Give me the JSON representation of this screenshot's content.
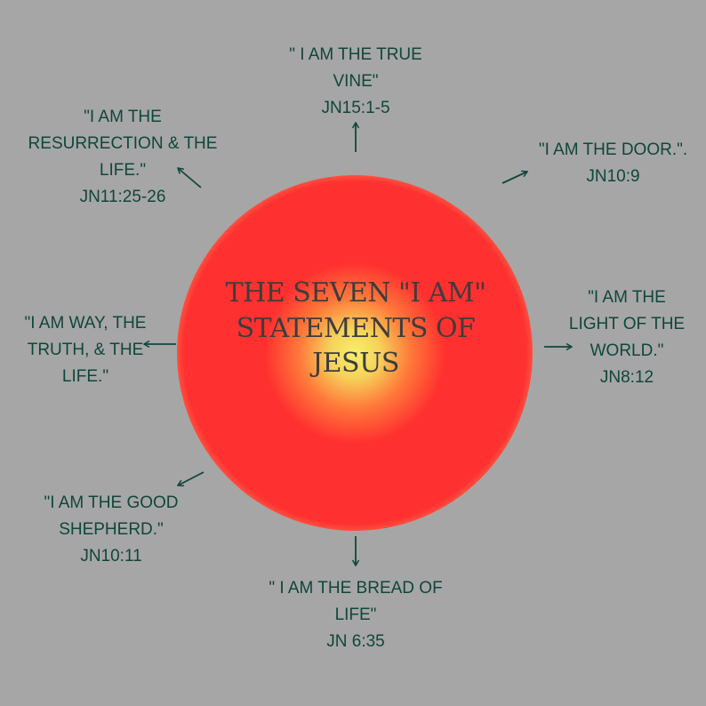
{
  "colors": {
    "background": "#a6a6a6",
    "text": "#10463a",
    "title": "#3d3d3d",
    "glow_center": "#f7f06b",
    "glow_mid": "#ff3030",
    "glow_edge": "#dfe49a"
  },
  "title": {
    "lines": [
      "THE SEVEN \"I AM\"",
      "STATEMENTS OF",
      "JESUS"
    ]
  },
  "statements": {
    "vine": {
      "lines": [
        "\" I AM THE TRUE",
        "VINE\"",
        "JN15:1-5"
      ]
    },
    "door": {
      "lines": [
        "\"I AM THE DOOR.\".",
        "JN10:9"
      ]
    },
    "light": {
      "lines": [
        "\"I AM THE",
        "LIGHT OF THE",
        "WORLD.\"",
        "JN8:12"
      ]
    },
    "bread": {
      "lines": [
        "\" I AM THE BREAD OF",
        "LIFE\"",
        "JN 6:35"
      ]
    },
    "shepherd": {
      "lines": [
        "\"I AM THE GOOD",
        "SHEPHERD.\"",
        "JN10:11"
      ]
    },
    "way": {
      "lines": [
        "\"I AM WAY, THE",
        "TRUTH, & THE",
        "LIFE.\""
      ]
    },
    "resurrection": {
      "lines": [
        "\"I AM THE",
        "RESURRECTION & THE",
        "LIFE.\"",
        "JN11:25-26"
      ]
    }
  },
  "arrows": [
    "arrow-up-icon",
    "arrow-up-right-icon",
    "arrow-right-icon",
    "arrow-down-icon",
    "arrow-down-left-icon",
    "arrow-left-icon",
    "arrow-up-left-icon"
  ]
}
